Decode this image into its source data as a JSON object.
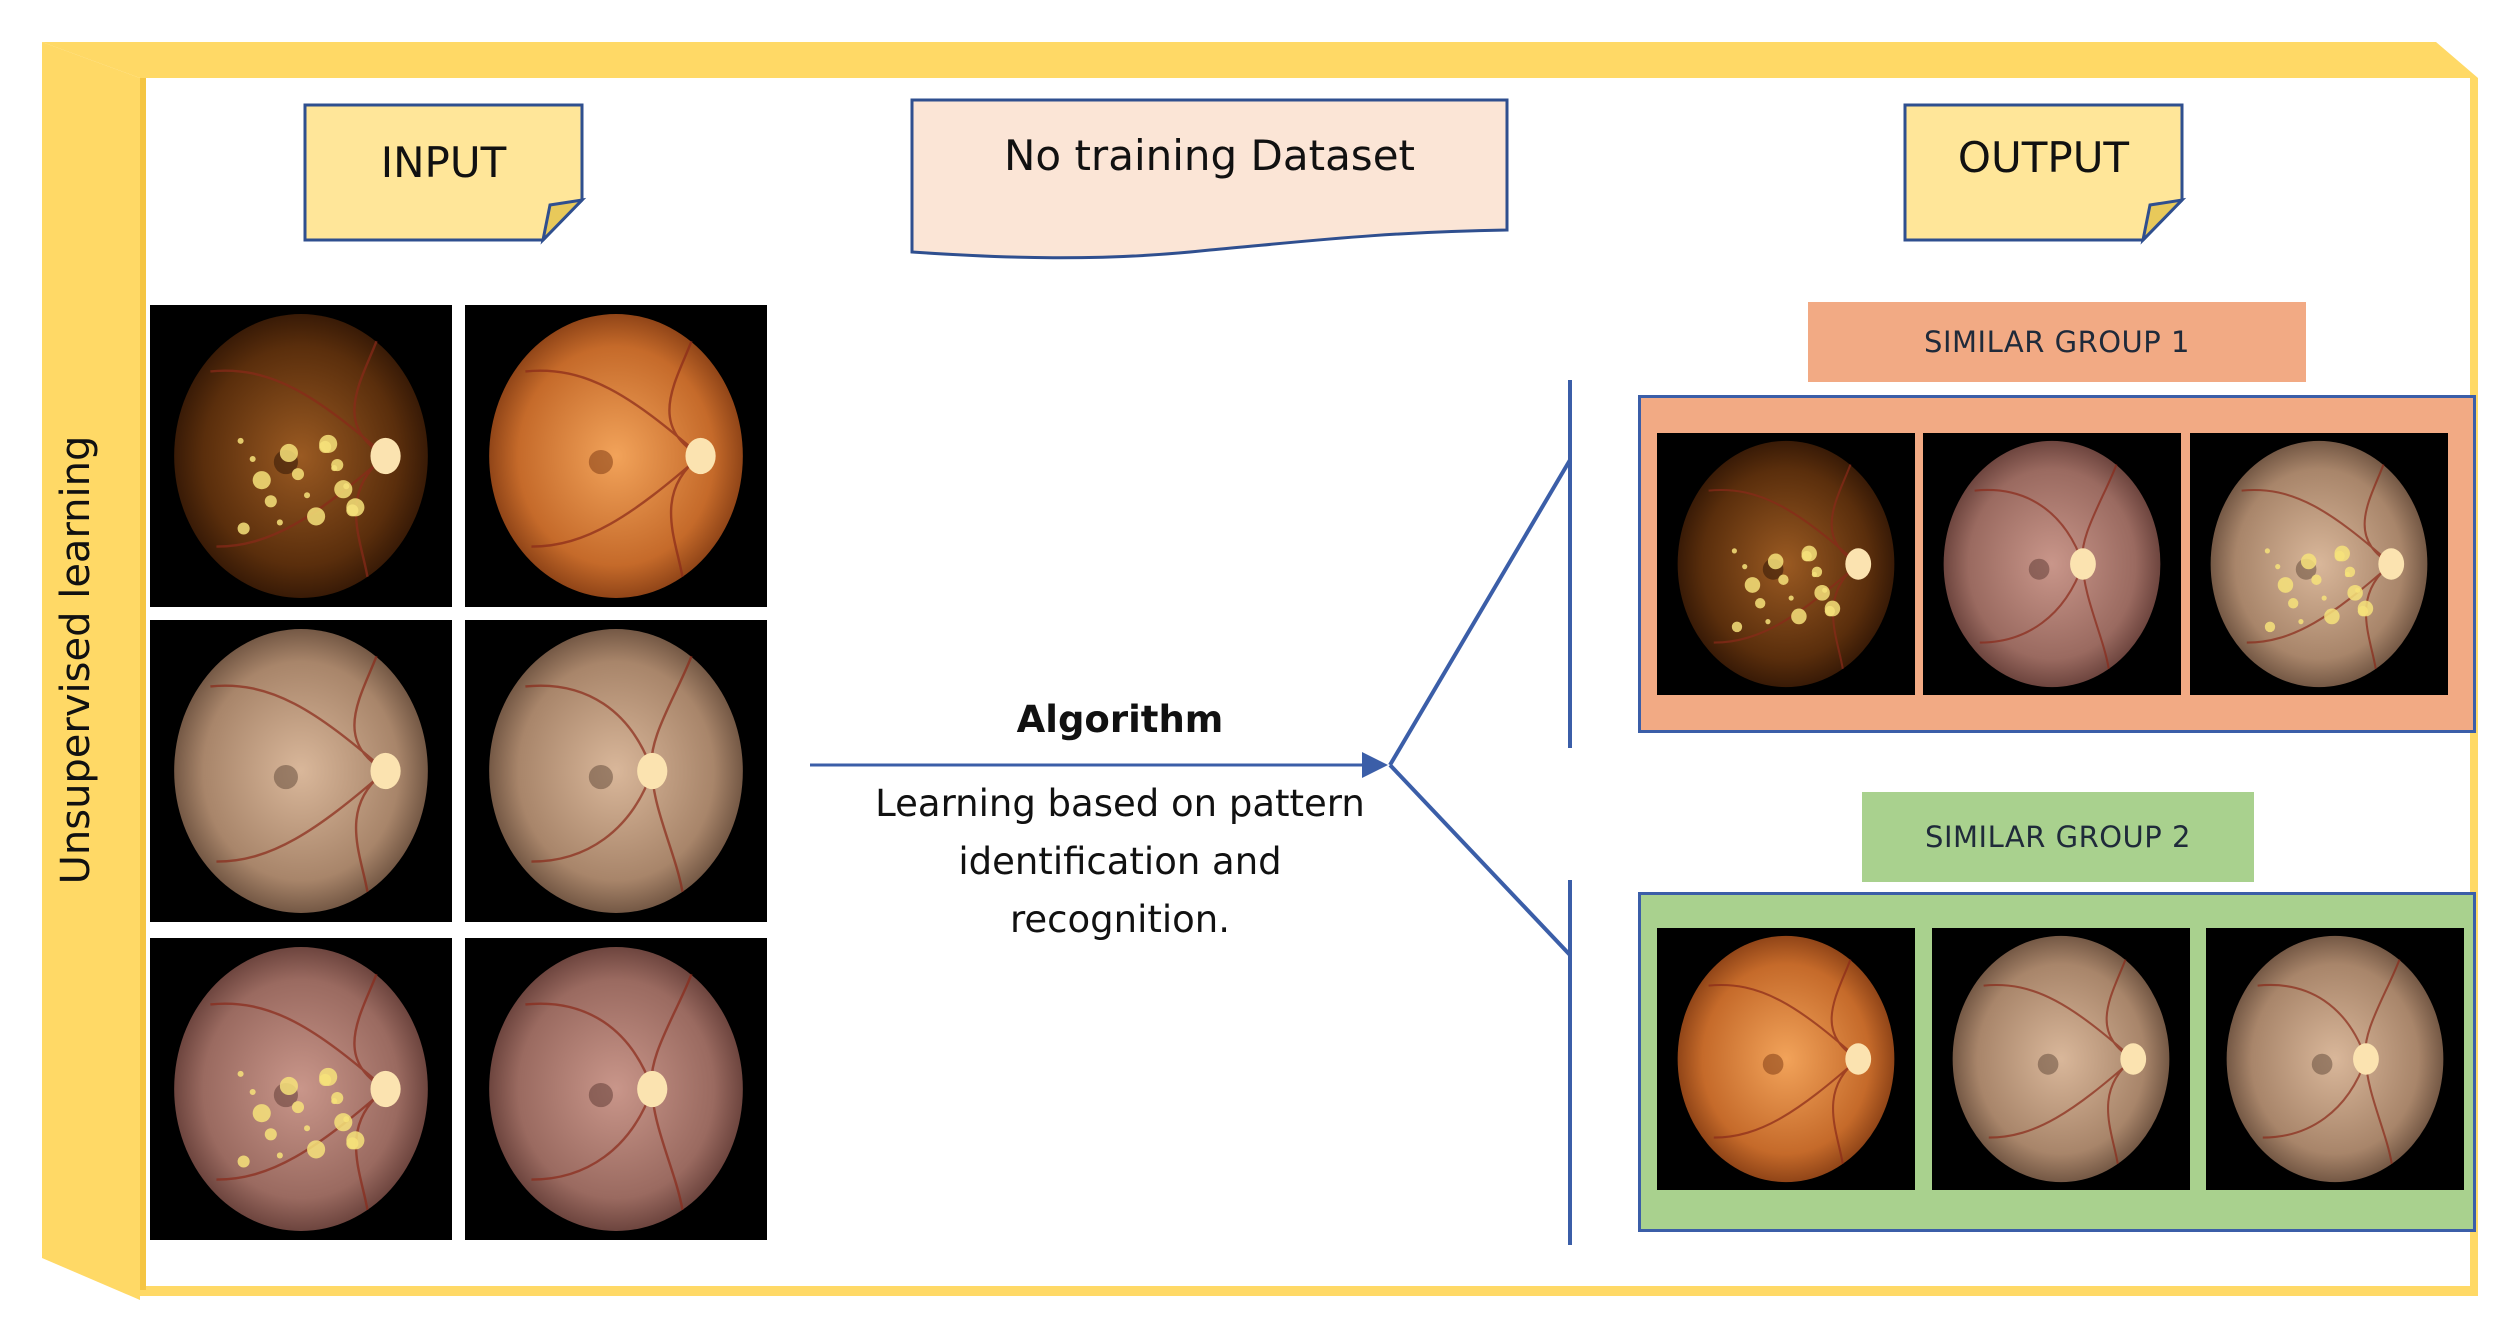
{
  "side_label": "Unsupervised learning",
  "input_label": "INPUT",
  "dataset_label": "No training Dataset",
  "output_label": "OUTPUT",
  "algorithm": {
    "title": "Algorithm",
    "description": "Learning based on pattern identification and recognition."
  },
  "groups": [
    {
      "title": "SIMILAR GROUP 1",
      "color": "#f2aa84"
    },
    {
      "title": "SIMILAR GROUP 2",
      "color": "#a9d18e"
    }
  ],
  "colors": {
    "frame_yellow": "#ffd966",
    "note_yellow": "#ffe699",
    "note_border": "#2f4f8f",
    "scroll_fill": "#fbe5d6",
    "connector_blue": "#3b5ea8"
  },
  "input_images": [
    "retina-image",
    "retina-image",
    "retina-image",
    "retina-image",
    "retina-image",
    "retina-image"
  ]
}
